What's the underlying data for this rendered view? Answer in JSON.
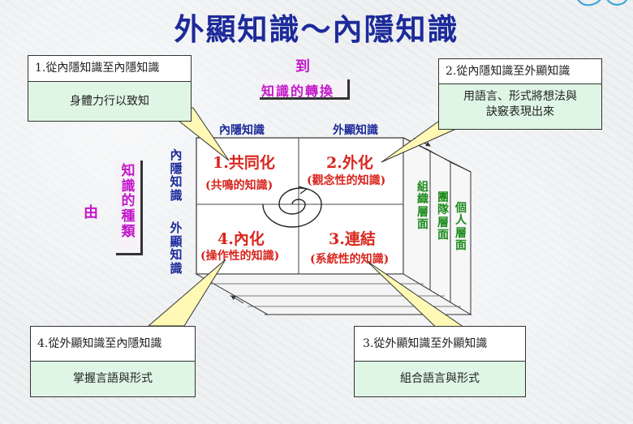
{
  "title": "外顯知識～內隱知識",
  "labels": {
    "to": "到",
    "conversion": "知識的轉換",
    "from": "由",
    "knowledge_types": [
      "知",
      "識",
      "的",
      "種",
      "類"
    ],
    "tacit_vertical": [
      "內",
      "隱",
      "知",
      "識"
    ],
    "explicit_vertical": [
      "外",
      "顯",
      "知",
      "識"
    ],
    "col_tacit": "內隱知識",
    "col_explicit": "外顯知識"
  },
  "quadrants": [
    {
      "title": "1.共同化",
      "sub": "(共鳴的知識)"
    },
    {
      "title": "2.外化",
      "sub": "(觀念性的知識)"
    },
    {
      "title": "4.內化",
      "sub": "(操作性的知識)"
    },
    {
      "title": "3.連結",
      "sub": "(系統性的知識)"
    }
  ],
  "levels": [
    [
      "組",
      "織",
      "層",
      "面"
    ],
    [
      "團",
      "隊",
      "層",
      "面"
    ],
    [
      "個",
      "人",
      "層",
      "面"
    ]
  ],
  "boxes": {
    "b1": {
      "header": "1.從內隱知識至內隱知識",
      "body": "身體力行以致知"
    },
    "b2": {
      "header": "2.從內隱知識至外顯知識",
      "body_lines": [
        "用語言、形式將想法與",
        "訣竅表現出來"
      ]
    },
    "b3": {
      "header": "3.從外顯知識至外顯知識",
      "body": "組合語言與形式"
    },
    "b4": {
      "header": "4.從外顯知識至內隱知識",
      "body": "掌握言語與形式"
    }
  },
  "colors": {
    "title": "#1d2a9a",
    "red": "#d8261e",
    "purple": "#c318c8",
    "green": "#1c8a1c",
    "box_body": "#dff6e4",
    "callout": "#fff9b5"
  }
}
